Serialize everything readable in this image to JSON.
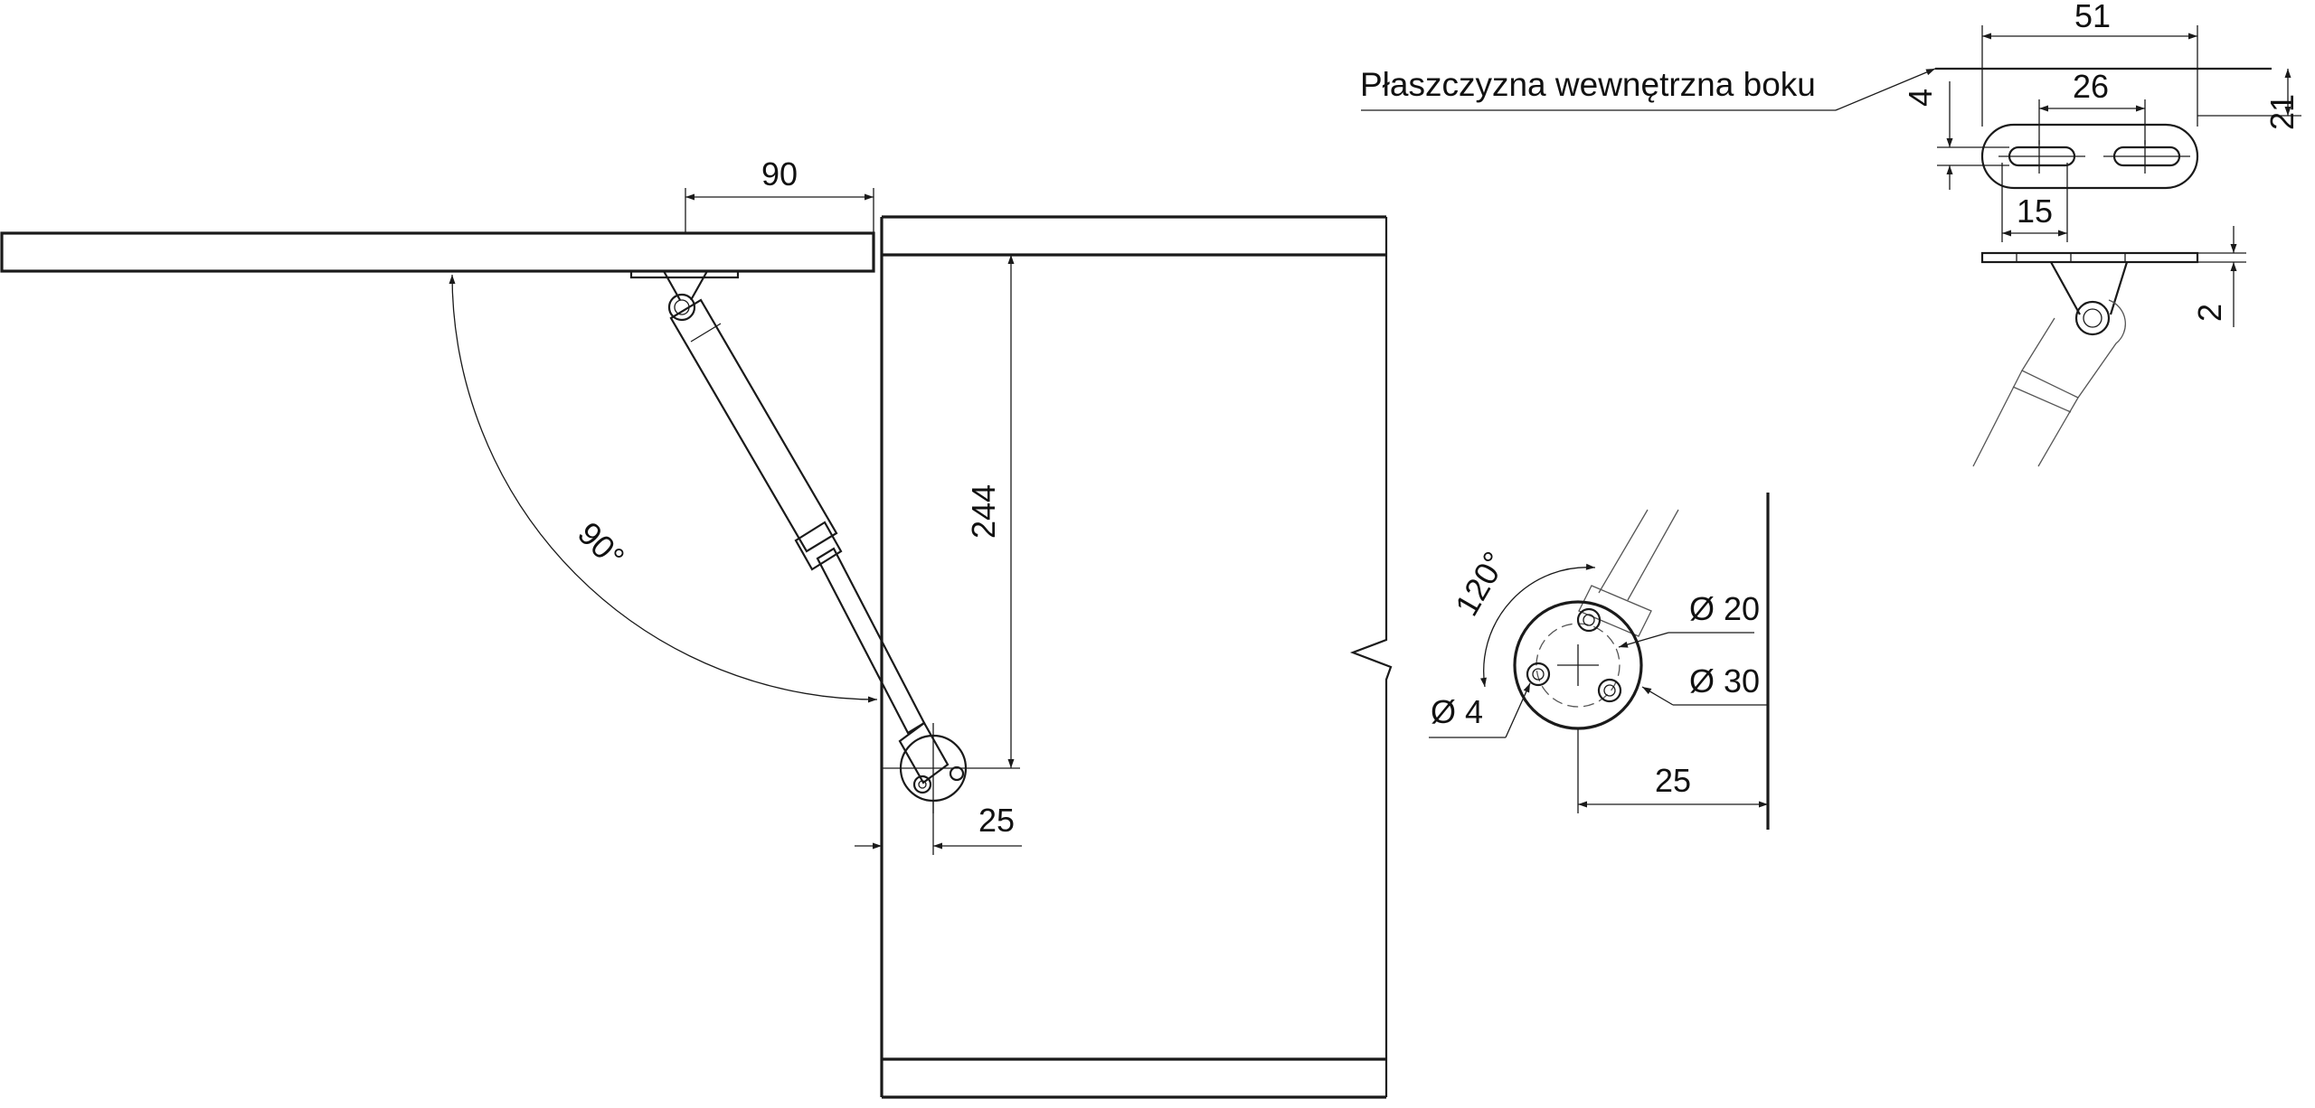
{
  "colors": {
    "line": "#1a1a1a",
    "background": "#ffffff",
    "strut_fill": "#f4f4f4"
  },
  "labels": {
    "inner_plane": "Płaszczyzna wewnętrzna boku",
    "dim_90_top": "90",
    "dim_244": "244",
    "angle_90": "90°",
    "dim_25_left": "25",
    "angle_120": "120°",
    "dia_20": "Ø 20",
    "dia_30": "Ø 30",
    "dia_4": "Ø 4",
    "dim_25_right": "25",
    "dim_51": "51",
    "dim_26": "26",
    "dim_4": "4",
    "dim_21": "21",
    "dim_15": "15",
    "dim_2": "2"
  }
}
